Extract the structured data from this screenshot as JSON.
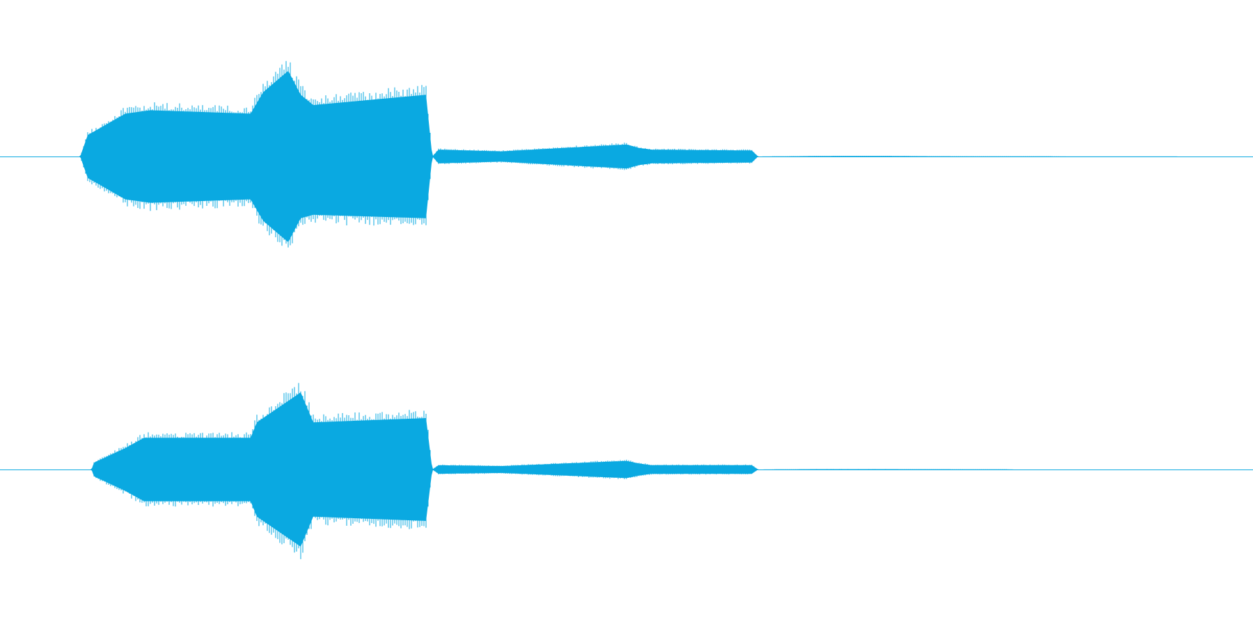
{
  "chart_data": {
    "type": "area",
    "title": "",
    "xlabel": "",
    "ylabel": "",
    "grid": false,
    "legend": "none",
    "color": "#0aa9e1",
    "channels": [
      {
        "name": "",
        "amplitude_envelope": {
          "x": [
            0.0,
            0.064,
            0.07,
            0.1,
            0.12,
            0.2,
            0.21,
            0.23,
            0.24,
            0.25,
            0.34,
            0.345,
            0.35,
            0.4,
            0.45,
            0.5,
            0.51,
            0.52,
            0.6,
            0.605,
            0.65,
            0.7,
            0.75,
            0.8,
            0.85,
            1.0
          ],
          "upper": [
            0.0,
            0.0,
            0.25,
            0.5,
            0.54,
            0.5,
            0.75,
            1.0,
            0.72,
            0.6,
            0.72,
            0.0,
            0.08,
            0.06,
            0.1,
            0.14,
            0.1,
            0.08,
            0.07,
            0.0,
            0.005,
            0.006,
            0.003,
            0.002,
            0.001,
            0.0
          ],
          "lower": [
            0.0,
            0.0,
            -0.25,
            -0.5,
            -0.54,
            -0.5,
            -0.75,
            -1.0,
            -0.72,
            -0.68,
            -0.72,
            0.0,
            -0.08,
            -0.06,
            -0.1,
            -0.14,
            -0.1,
            -0.08,
            -0.07,
            0.0,
            -0.005,
            -0.006,
            -0.003,
            -0.002,
            -0.001,
            0.0
          ]
        }
      },
      {
        "name": "",
        "amplitude_envelope": {
          "x": [
            0.0,
            0.073,
            0.075,
            0.1,
            0.115,
            0.2,
            0.205,
            0.24,
            0.25,
            0.34,
            0.345,
            0.35,
            0.4,
            0.45,
            0.5,
            0.51,
            0.52,
            0.6,
            0.605,
            0.65,
            0.7,
            0.75,
            0.8,
            0.81,
            1.0
          ],
          "upper": [
            0.0,
            0.0,
            0.08,
            0.25,
            0.37,
            0.37,
            0.55,
            0.9,
            0.55,
            0.6,
            0.0,
            0.05,
            0.04,
            0.07,
            0.1,
            0.07,
            0.05,
            0.05,
            0.0,
            0.004,
            0.004,
            0.003,
            0.002,
            0.0,
            0.0
          ],
          "lower": [
            0.0,
            0.0,
            -0.08,
            -0.25,
            -0.37,
            -0.37,
            -0.55,
            -0.9,
            -0.55,
            -0.6,
            0.0,
            -0.05,
            -0.04,
            -0.07,
            -0.1,
            -0.07,
            -0.05,
            -0.05,
            0.0,
            -0.004,
            -0.004,
            -0.003,
            -0.002,
            0.0,
            0.0
          ]
        }
      }
    ]
  }
}
